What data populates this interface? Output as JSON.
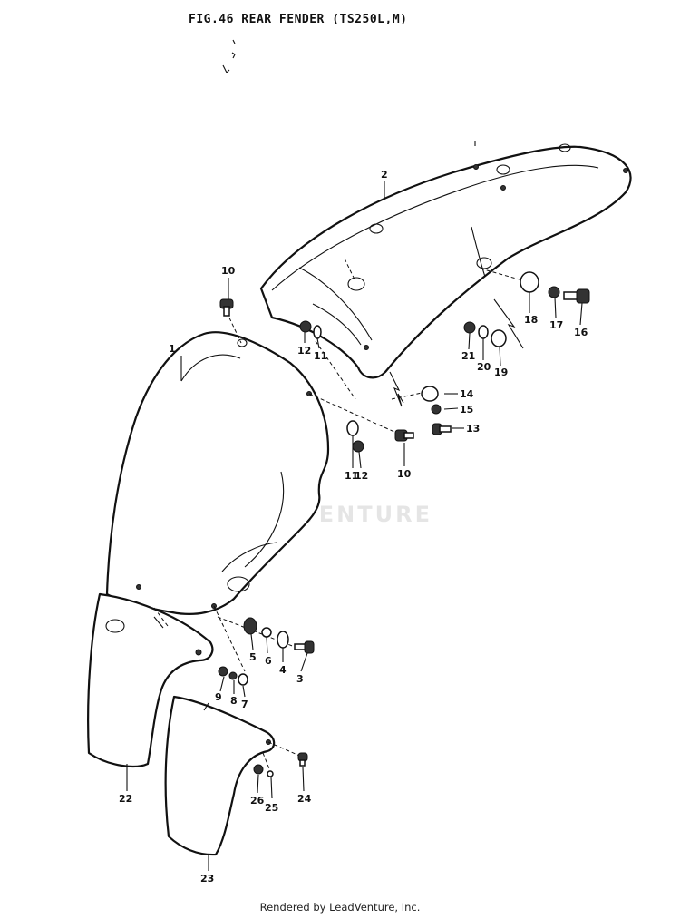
{
  "figure": {
    "title": "FIG.46  REAR FENDER (TS250L,M)",
    "footer": "Rendered by LeadVenture, Inc.",
    "watermark": "LEADVENTURE"
  },
  "parts": [
    {
      "id": "p1",
      "number": "1",
      "name": "rear-fender-front"
    },
    {
      "id": "p2",
      "number": "2",
      "name": "rear-fender-main"
    },
    {
      "id": "p3",
      "number": "3",
      "name": "bolt"
    },
    {
      "id": "p4",
      "number": "4",
      "name": "washer"
    },
    {
      "id": "p5",
      "number": "5",
      "name": "cushion"
    },
    {
      "id": "p6",
      "number": "6",
      "name": "washer"
    },
    {
      "id": "p7",
      "number": "7",
      "name": "washer"
    },
    {
      "id": "p8",
      "number": "8",
      "name": "lock-washer"
    },
    {
      "id": "p9",
      "number": "9",
      "name": "nut"
    },
    {
      "id": "p10a",
      "number": "10",
      "name": "bolt"
    },
    {
      "id": "p10b",
      "number": "10",
      "name": "bolt"
    },
    {
      "id": "p11a",
      "number": "11",
      "name": "washer"
    },
    {
      "id": "p11b",
      "number": "11",
      "name": "washer"
    },
    {
      "id": "p12a",
      "number": "12",
      "name": "nut"
    },
    {
      "id": "p12b",
      "number": "12",
      "name": "nut"
    },
    {
      "id": "p13",
      "number": "13",
      "name": "bolt"
    },
    {
      "id": "p14",
      "number": "14",
      "name": "cushion"
    },
    {
      "id": "p15",
      "number": "15",
      "name": "washer"
    },
    {
      "id": "p16",
      "number": "16",
      "name": "bolt"
    },
    {
      "id": "p17",
      "number": "17",
      "name": "lock-washer"
    },
    {
      "id": "p18",
      "number": "18",
      "name": "cushion"
    },
    {
      "id": "p19",
      "number": "19",
      "name": "washer"
    },
    {
      "id": "p20",
      "number": "20",
      "name": "lock-washer"
    },
    {
      "id": "p21",
      "number": "21",
      "name": "nut"
    },
    {
      "id": "p22",
      "number": "22",
      "name": "mud-flap-upper"
    },
    {
      "id": "p23",
      "number": "23",
      "name": "mud-flap-lower"
    },
    {
      "id": "p24",
      "number": "24",
      "name": "screw"
    },
    {
      "id": "p25",
      "number": "25",
      "name": "washer"
    },
    {
      "id": "p26",
      "number": "26",
      "name": "nut"
    }
  ]
}
